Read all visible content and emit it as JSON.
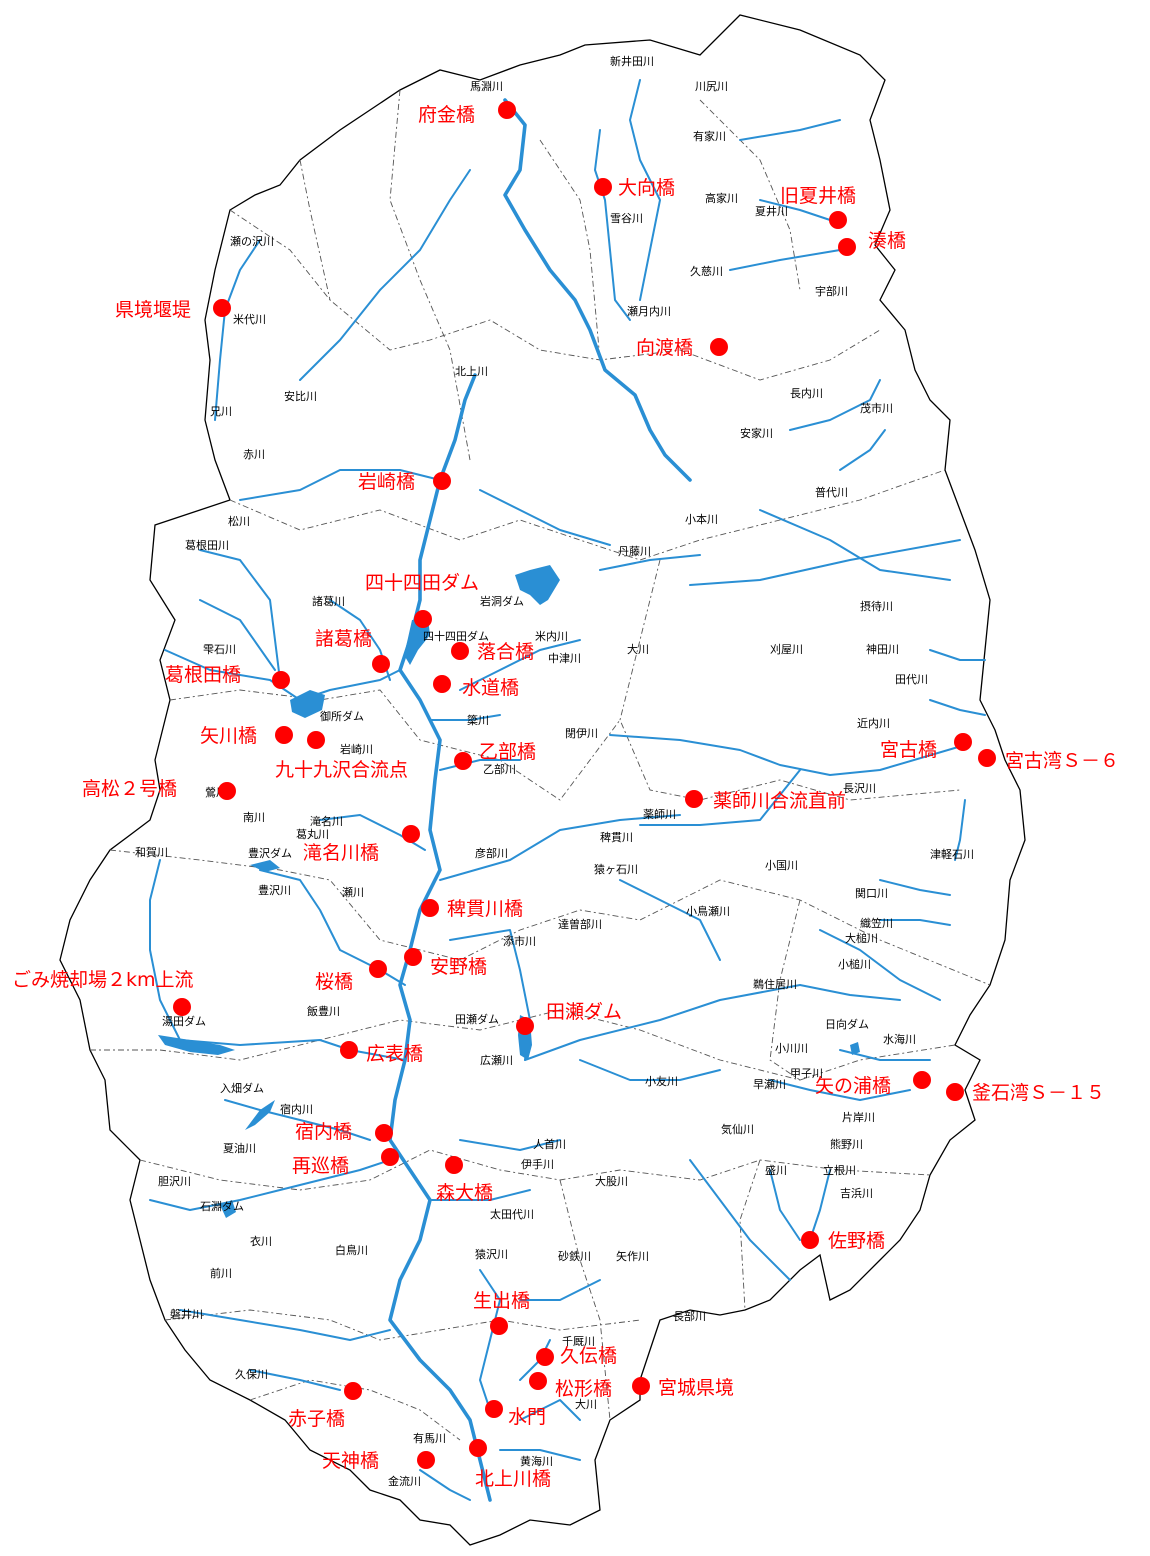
{
  "colors": {
    "river": "#2a8fd4",
    "station": "#ff0000",
    "outline": "#000000",
    "boundary": "#555555"
  },
  "stations": [
    {
      "name": "府金橋"
    },
    {
      "name": "大向橋"
    },
    {
      "name": "旧夏井橋"
    },
    {
      "name": "湊橋"
    },
    {
      "name": "県境堰堤"
    },
    {
      "name": "向渡橋"
    },
    {
      "name": "岩崎橋"
    },
    {
      "name": "四十四田ダム"
    },
    {
      "name": "諸葛橋"
    },
    {
      "name": "落合橋"
    },
    {
      "name": "葛根田橋"
    },
    {
      "name": "水道橋"
    },
    {
      "name": "矢川橋"
    },
    {
      "name": "九十九沢合流点"
    },
    {
      "name": "乙部橋"
    },
    {
      "name": "宮古橋"
    },
    {
      "name": "宮古湾Ｓ－６"
    },
    {
      "name": "高松２号橋"
    },
    {
      "name": "薬師川合流直前"
    },
    {
      "name": "滝名川橋"
    },
    {
      "name": "稗貫川橋"
    },
    {
      "name": "安野橋"
    },
    {
      "name": "桜橋"
    },
    {
      "name": "ごみ焼却場２km上流"
    },
    {
      "name": "田瀬ダム"
    },
    {
      "name": "広表橋"
    },
    {
      "name": "矢の浦橋"
    },
    {
      "name": "釜石湾Ｓ－１５"
    },
    {
      "name": "宿内橋"
    },
    {
      "name": "再巡橋"
    },
    {
      "name": "森大橋"
    },
    {
      "name": "佐野橋"
    },
    {
      "name": "生出橋"
    },
    {
      "name": "久伝橋"
    },
    {
      "name": "松形橋"
    },
    {
      "name": "宮城県境"
    },
    {
      "name": "水門"
    },
    {
      "name": "赤子橋"
    },
    {
      "name": "北上川橋"
    },
    {
      "name": "天神橋"
    }
  ],
  "river_labels": [
    "新井田川",
    "馬淵川",
    "川尻川",
    "有家川",
    "高家川",
    "雪谷川",
    "夏井川",
    "瀬の沢川",
    "久慈川",
    "米代川",
    "宇部川",
    "瀬月内川",
    "安比川",
    "兄川",
    "北上川",
    "長内川",
    "茂市川",
    "安家川",
    "赤川",
    "普代川",
    "松川",
    "小本川",
    "葛根田川",
    "丹藤川",
    "岩洞ダム",
    "摂待川",
    "諸葛川",
    "四十四田ダム",
    "米内川",
    "雫石川",
    "中津川",
    "大川",
    "刈屋川",
    "神田川",
    "田代川",
    "御所ダム",
    "簗川",
    "近内川",
    "閉伊川",
    "岩崎川",
    "乙部川",
    "長沢川",
    "鶯川",
    "南川",
    "滝名川",
    "葛丸川",
    "薬師川",
    "稗貫川",
    "彦部川",
    "小国川",
    "津軽石川",
    "和賀川",
    "豊沢ダム",
    "猿ヶ石川",
    "豊沢川",
    "瀬川",
    "小鳥瀬川",
    "関口川",
    "織笠川",
    "達曽部川",
    "添市川",
    "大槌川",
    "小槌川",
    "鵜住居川",
    "飯豊川",
    "湯田ダム",
    "田瀬ダム",
    "日向ダム",
    "水海川",
    "小川川",
    "広瀬川",
    "小友川",
    "甲子川",
    "早瀬川",
    "入畑ダム",
    "宿内川",
    "片岸川",
    "気仙川",
    "人首川",
    "熊野川",
    "夏油川",
    "伊手川",
    "胆沢川",
    "大股川",
    "盛川",
    "立根川",
    "吉浜川",
    "石淵ダム",
    "太田代川",
    "衣川",
    "白鳥川",
    "猿沢川",
    "砂鉄川",
    "矢作川",
    "前川",
    "磐井川",
    "長部川",
    "千厩川",
    "久保川",
    "大川",
    "有馬川",
    "黄海川",
    "金流川"
  ]
}
